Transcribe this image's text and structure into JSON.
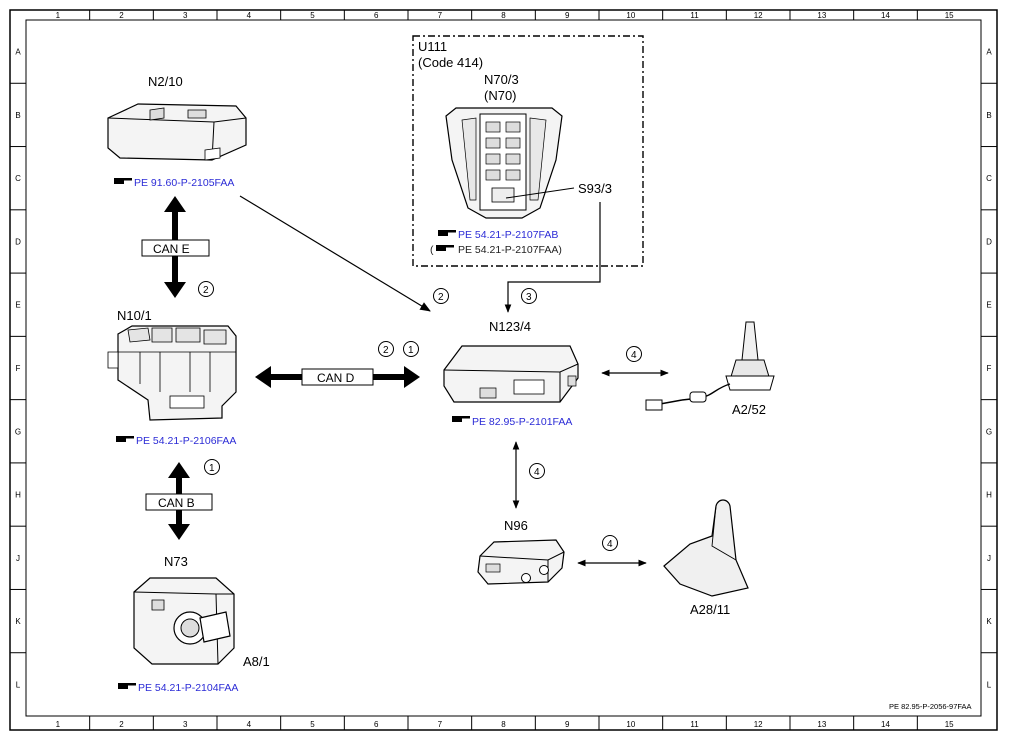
{
  "grid": {
    "columns": [
      "1",
      "2",
      "3",
      "4",
      "5",
      "6",
      "7",
      "8",
      "9",
      "10",
      "11",
      "12",
      "13",
      "14",
      "15"
    ],
    "rows": [
      "A",
      "B",
      "C",
      "D",
      "E",
      "F",
      "G",
      "H",
      "J",
      "K",
      "L"
    ]
  },
  "group": {
    "title_line1": "U111",
    "title_line2": "(Code 414)"
  },
  "components": {
    "n2_10": {
      "label": "N2/10",
      "ref": "PE 91.60-P-2105FAA"
    },
    "n10_1": {
      "label": "N10/1",
      "ref": "PE 54.21-P-2106FAA"
    },
    "n73": {
      "label": "N73"
    },
    "a8_1": {
      "label": "A8/1",
      "ref": "PE 54.21-P-2104FAA"
    },
    "n70_3": {
      "label": "N70/3",
      "label2": "(N70)",
      "ref": "PE 54.21-P-2107FAB",
      "ref2_prefix": "(",
      "ref2": "PE 54.21-P-2107FAA)"
    },
    "s93_3": {
      "label": "S93/3"
    },
    "n123_4": {
      "label": "N123/4",
      "ref": "PE 82.95-P-2101FAA"
    },
    "a2_52": {
      "label": "A2/52"
    },
    "n96": {
      "label": "N96"
    },
    "a28_11": {
      "label": "A28/11"
    }
  },
  "buses": {
    "can_e": "CAN E",
    "can_d": "CAN D",
    "can_b": "CAN B"
  },
  "markers": {
    "m_n2_n10": "2",
    "m_n2_n123": "2",
    "m_cand_a": "2",
    "m_cand_b": "1",
    "m_canb": "1",
    "m_s93": "3",
    "m_a252": "4",
    "m_n96v": "4",
    "m_a2811": "4"
  },
  "footer": {
    "doc_id": "PE 82.95-P-2056-97FAA"
  }
}
